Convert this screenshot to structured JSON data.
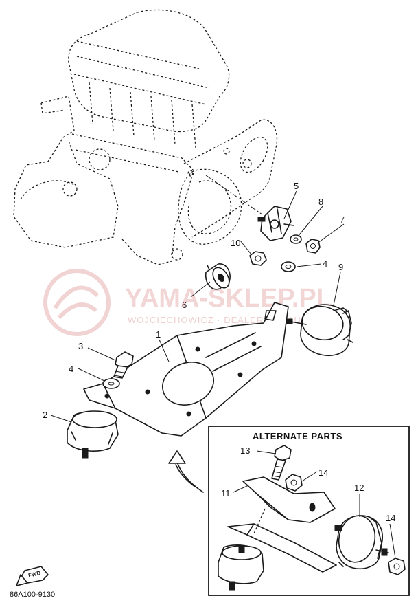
{
  "watermark": {
    "brand": "YAMA-SKLEP.PL",
    "tagline": "WOJCIECHOWICZ · DEALER YAMAHA"
  },
  "callouts": [
    {
      "id": "c1",
      "label": "1"
    },
    {
      "id": "c2",
      "label": "2"
    },
    {
      "id": "c3",
      "label": "3"
    },
    {
      "id": "c4a",
      "label": "4"
    },
    {
      "id": "c4b",
      "label": "4"
    },
    {
      "id": "c5",
      "label": "5"
    },
    {
      "id": "c6",
      "label": "6"
    },
    {
      "id": "c7",
      "label": "7"
    },
    {
      "id": "c8",
      "label": "8"
    },
    {
      "id": "c9",
      "label": "9"
    },
    {
      "id": "c10",
      "label": "10"
    }
  ],
  "alternate_box": {
    "title": "ALTERNATE PARTS",
    "callouts": [
      {
        "id": "a11",
        "label": "11"
      },
      {
        "id": "a12",
        "label": "12"
      },
      {
        "id": "a13",
        "label": "13"
      },
      {
        "id": "a14a",
        "label": "14"
      },
      {
        "id": "a14b",
        "label": "14"
      }
    ]
  },
  "fwd_icon": {
    "label": "FWD"
  },
  "diagram_code": "86A100-9130",
  "colors": {
    "line": "#1a1a1a",
    "watermark": "#e8b4b4",
    "background": "#ffffff"
  }
}
